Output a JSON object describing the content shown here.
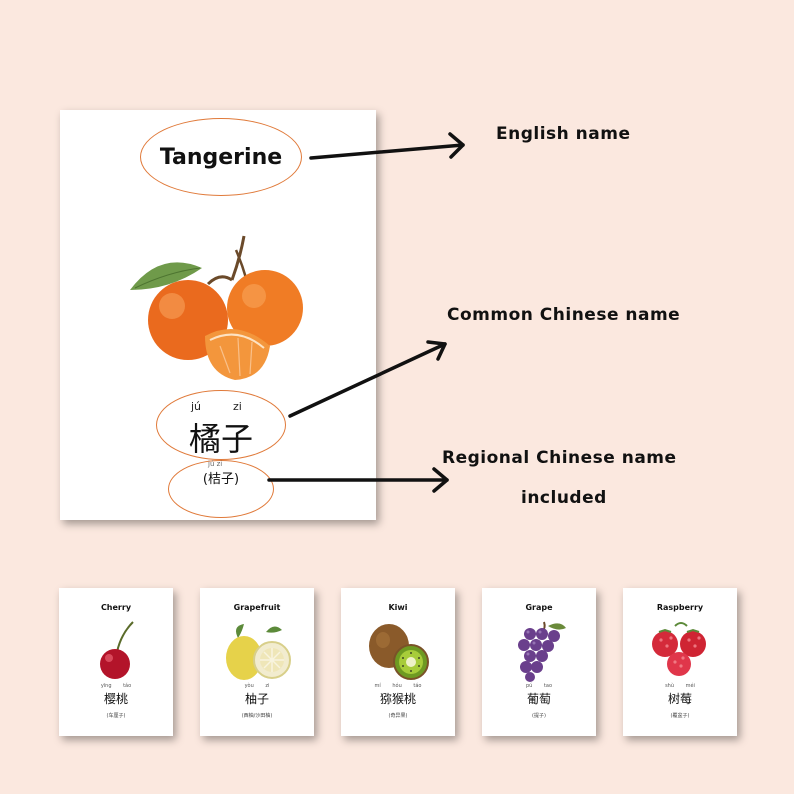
{
  "main_card": {
    "english_name": "Tangerine",
    "pinyin": [
      "jú",
      "zi"
    ],
    "chinese_name": "橘子",
    "regional_pinyin": "jú zi",
    "regional_name": "(桔子)",
    "fruit_icon": "tangerine-illustration"
  },
  "annotations": {
    "english": "English name",
    "common": "Common Chinese name",
    "regional_line1": "Regional Chinese name",
    "regional_line2": "included"
  },
  "mini_cards": [
    {
      "name": "Cherry",
      "pinyin": "yīng táo",
      "chinese": "樱桃",
      "regional": "(车厘子)",
      "icon": "cherry-illustration"
    },
    {
      "name": "Grapefruit",
      "pinyin": "yòu zi",
      "chinese": "柚子",
      "regional": "(西柚/沙田柚)",
      "icon": "grapefruit-illustration"
    },
    {
      "name": "Kiwi",
      "pinyin": "mí hóu táo",
      "chinese": "猕猴桃",
      "regional": "(奇异果)",
      "icon": "kiwi-illustration"
    },
    {
      "name": "Grape",
      "pinyin": "pú tao",
      "chinese": "葡萄",
      "regional": "(提子)",
      "icon": "grape-illustration"
    },
    {
      "name": "Raspberry",
      "pinyin": "shù méi",
      "chinese": "树莓",
      "regional": "(覆盆子)",
      "icon": "raspberry-illustration"
    }
  ],
  "colors": {
    "background": "#fbe8df",
    "oval_outline": "#e07a3a",
    "text": "#111111"
  }
}
